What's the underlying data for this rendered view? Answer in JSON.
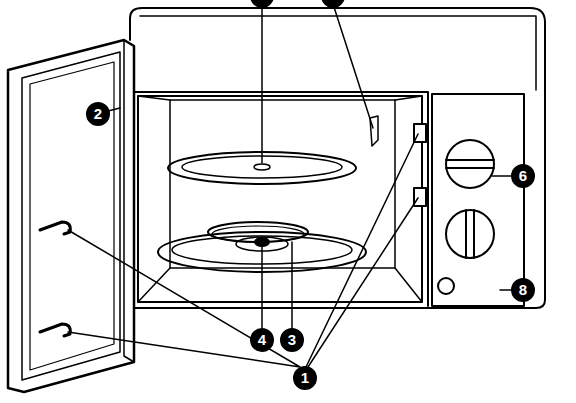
{
  "diagram": {
    "labels": [
      "2",
      "6",
      "8",
      "4",
      "3",
      "1"
    ]
  }
}
